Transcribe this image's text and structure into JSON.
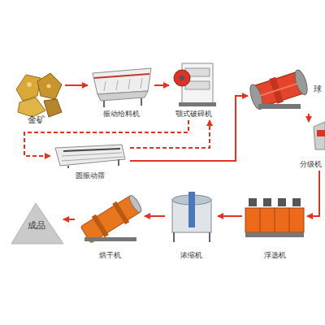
{
  "diagram": {
    "nodes": [
      {
        "text": [
          "金矿"
        ]
      },
      {
        "text": [
          "振动给料机"
        ]
      },
      {
        "text": [
          "颚式破碎机"
        ]
      },
      {
        "text": [
          "球"
        ]
      },
      {
        "text": [
          "圆振动筛"
        ]
      },
      {
        "text": [
          "分级机"
        ]
      },
      {
        "text": [
          "成品"
        ]
      },
      {
        "text": [
          "烘干机"
        ]
      },
      {
        "text": [
          "浓缩机"
        ]
      },
      {
        "text": [
          "浮选机"
        ]
      }
    ],
    "edges": [
      {
        "from": 0,
        "to": 1,
        "arrow": "to"
      },
      {
        "from": 1,
        "to": 2,
        "arrow": "to"
      },
      {
        "from": 2,
        "to": 4,
        "arrow": "to"
      },
      {
        "from": 4,
        "to": 2,
        "arrow": "to"
      },
      {
        "from": 4,
        "to": 3,
        "arrow": "to"
      },
      {
        "from": 3,
        "to": 5,
        "arrow": "to"
      },
      {
        "from": 5,
        "to": 9,
        "arrow": "to"
      },
      {
        "from": 9,
        "to": 8,
        "arrow": "to"
      },
      {
        "from": 8,
        "to": 7,
        "arrow": "to"
      },
      {
        "from": 7,
        "to": 6,
        "arrow": "to"
      }
    ]
  }
}
